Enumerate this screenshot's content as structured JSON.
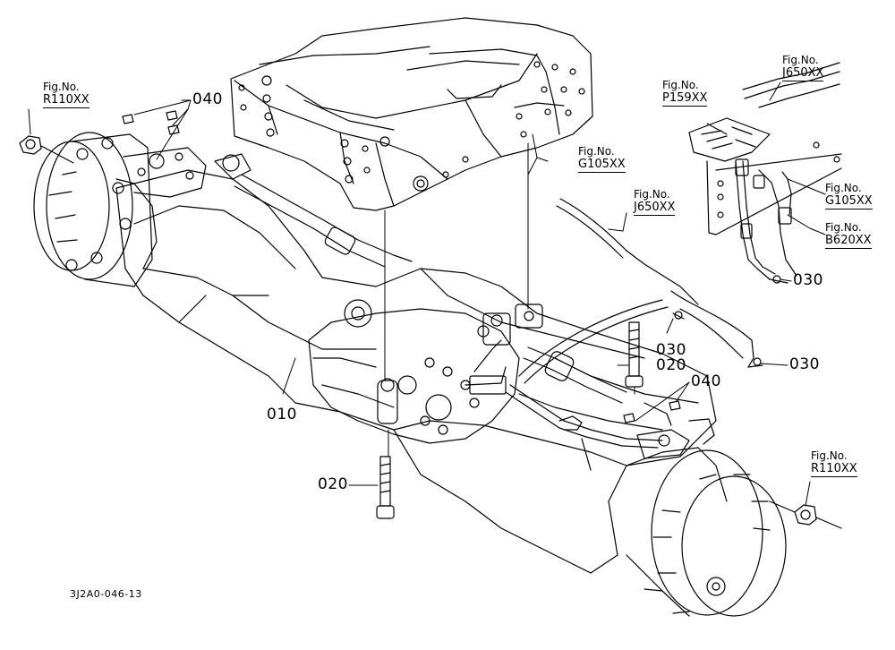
{
  "references": {
    "r110_left": {
      "prefix": "Fig.No.",
      "ref": "R110XX"
    },
    "r110_right": {
      "prefix": "Fig.No.",
      "ref": "R110XX"
    },
    "p159": {
      "prefix": "Fig.No.",
      "ref": "P159XX"
    },
    "j650_top": {
      "prefix": "Fig.No.",
      "ref": "J650XX"
    },
    "j650_mid": {
      "prefix": "Fig.No.",
      "ref": "J650XX"
    },
    "g105_frame": {
      "prefix": "Fig.No.",
      "ref": "G105XX"
    },
    "g105_right": {
      "prefix": "Fig.No.",
      "ref": "G105XX"
    },
    "b620": {
      "prefix": "Fig.No.",
      "ref": "B620XX"
    }
  },
  "part_numbers": {
    "p010": "010",
    "p020_bottom": "020",
    "p020_right": "020",
    "p030_hose": "030",
    "p030_harness": "030",
    "p030_clamp": "030",
    "p040_top": "040",
    "p040_right": "040"
  },
  "drawing_code": "3J2A0-046-13",
  "colors": {
    "line": "#000000",
    "background": "#ffffff"
  }
}
